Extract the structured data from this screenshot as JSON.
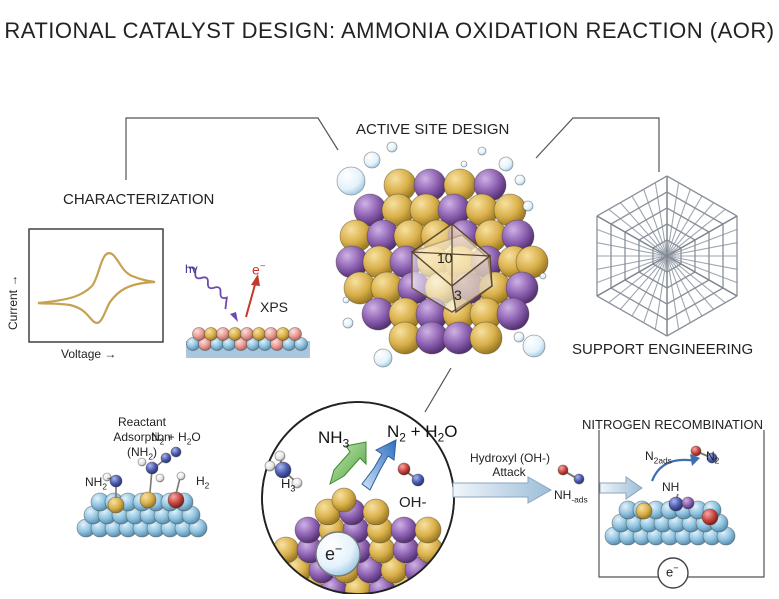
{
  "title": "RATIONAL CATALYST DESIGN: AMMONIA OXIDATION REACTION (AOR)",
  "sections": {
    "active_site": "ACTIVE SITE DESIGN",
    "characterization": "CHARACTERIZATION",
    "support": "SUPPORT ENGINEERING",
    "recombination": "NITROGEN RECOMBINATION"
  },
  "active_site": {
    "facet_a": "10",
    "facet_b": "3"
  },
  "characterization": {
    "cv_ylabel": "Current →",
    "cv_xlabel": "Voltage →",
    "hv": "hv",
    "electron": "e",
    "electron_sup": "−",
    "xps": "XPS"
  },
  "adsorption": {
    "label_line1": "Reactant",
    "label_line2": "Adsorption",
    "label_line3_pre": "(NH",
    "label_line3_sub": "2",
    "label_line3_post": ")",
    "n2_pre": "N",
    "n2_sub": "2",
    "n2_post": " + H",
    "n2_sub2": "2",
    "n2_end": "O",
    "nh2": "NH",
    "nh2_sub": "2",
    "nh2_sup": "−",
    "h2": "H",
    "h2_sub": "2"
  },
  "center": {
    "nh3_pre": "NH",
    "nh3_sub": "3",
    "prod_pre": "N",
    "prod_sub": "2",
    "prod_mid": " + H",
    "prod_sub2": "2",
    "prod_end": "O",
    "oh": "OH-",
    "mol_n": "N",
    "mol_h3": "H",
    "mol_h3_sub": "3",
    "electron": "e",
    "electron_sup": "−"
  },
  "hydroxyl": {
    "line1": "Hydroxyl (OH-)",
    "line2": "Attack"
  },
  "recombination": {
    "nhads_pre": "NH",
    "nhads_sub": "-ads",
    "n2ads_pre": "N",
    "n2ads_sub": "2ads",
    "n2_pre": "N",
    "n2_sub": "2",
    "nh": "NH",
    "electron": "e",
    "electron_sup": "−"
  },
  "colors": {
    "gold": "#d9b04a",
    "purple": "#8b5fb0",
    "lightblue": "#8ec3e0",
    "nitrogen": "#4a5bb0",
    "oxygen": "#c9443e",
    "hydrogen": "#e8e8e8",
    "support_frame": "#9ea6b0",
    "arrow_green": "#7dc36a",
    "arrow_blue": "#4f8fd6"
  }
}
